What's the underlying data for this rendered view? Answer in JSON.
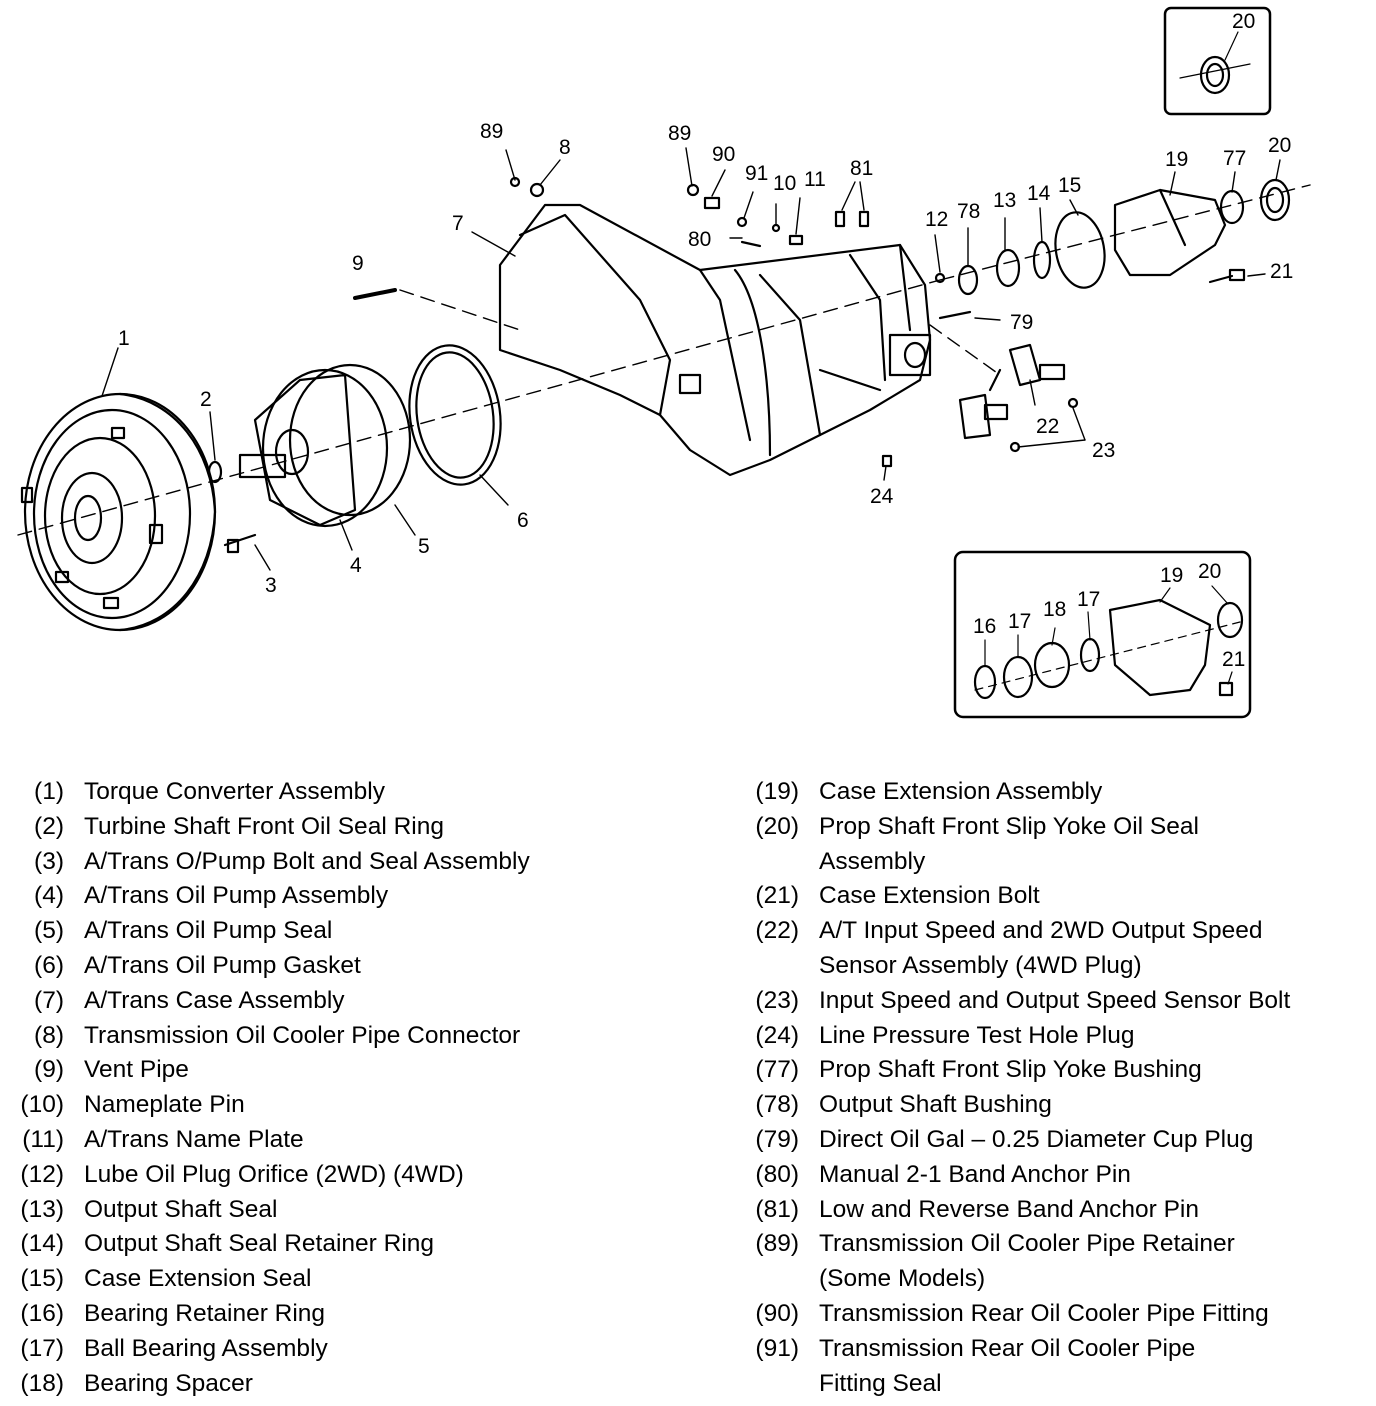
{
  "callouts": {
    "c1": "1",
    "c2": "2",
    "c3": "3",
    "c4": "4",
    "c5": "5",
    "c6": "6",
    "c7": "7",
    "c8": "8",
    "c9": "9",
    "c10": "10",
    "c11": "11",
    "c12": "12",
    "c13": "13",
    "c14": "14",
    "c15": "15",
    "c19": "19",
    "c20": "20",
    "c21": "21",
    "c22": "22",
    "c23": "23",
    "c24": "24",
    "c77": "77",
    "c78": "78",
    "c79": "79",
    "c80": "80",
    "c81": "81",
    "c89a": "89",
    "c89b": "89",
    "c90": "90",
    "c91": "91",
    "inset_top_20": "20",
    "inset_16": "16",
    "inset_17a": "17",
    "inset_18": "18",
    "inset_17b": "17",
    "inset_19": "19",
    "inset_20": "20",
    "inset_21": "21"
  },
  "legend_left": [
    {
      "num": "(1)",
      "text": "Torque Converter Assembly"
    },
    {
      "num": "(2)",
      "text": "Turbine Shaft Front Oil Seal Ring"
    },
    {
      "num": "(3)",
      "text": "A/Trans O/Pump Bolt and Seal Assembly"
    },
    {
      "num": "(4)",
      "text": "A/Trans Oil Pump Assembly"
    },
    {
      "num": "(5)",
      "text": "A/Trans Oil Pump Seal"
    },
    {
      "num": "(6)",
      "text": "A/Trans Oil Pump Gasket"
    },
    {
      "num": "(7)",
      "text": "A/Trans Case Assembly"
    },
    {
      "num": "(8)",
      "text": "Transmission Oil Cooler Pipe Connector"
    },
    {
      "num": "(9)",
      "text": "Vent Pipe"
    },
    {
      "num": "(10)",
      "text": "Nameplate Pin"
    },
    {
      "num": "(11)",
      "text": "A/Trans Name Plate"
    },
    {
      "num": "(12)",
      "text": "Lube Oil Plug Orifice (2WD) (4WD)"
    },
    {
      "num": "(13)",
      "text": "Output Shaft Seal"
    },
    {
      "num": "(14)",
      "text": "Output Shaft Seal Retainer Ring"
    },
    {
      "num": "(15)",
      "text": "Case Extension Seal"
    },
    {
      "num": "(16)",
      "text": "Bearing Retainer Ring"
    },
    {
      "num": "(17)",
      "text": "Ball Bearing Assembly"
    },
    {
      "num": "(18)",
      "text": "Bearing Spacer"
    }
  ],
  "legend_right": [
    {
      "num": "(19)",
      "text": "Case Extension Assembly"
    },
    {
      "num": "(20)",
      "text": "Prop Shaft Front Slip Yoke Oil Seal\nAssembly"
    },
    {
      "num": "(21)",
      "text": "Case Extension Bolt"
    },
    {
      "num": "(22)",
      "text": "A/T Input Speed and 2WD Output Speed\nSensor Assembly (4WD Plug)"
    },
    {
      "num": "(23)",
      "text": "Input Speed and Output Speed Sensor Bolt"
    },
    {
      "num": "(24)",
      "text": "Line Pressure Test Hole Plug"
    },
    {
      "num": "(77)",
      "text": "Prop Shaft Front Slip Yoke Bushing"
    },
    {
      "num": "(78)",
      "text": "Output Shaft Bushing"
    },
    {
      "num": "(79)",
      "text": "Direct Oil Gal – 0.25 Diameter Cup Plug"
    },
    {
      "num": "(80)",
      "text": "Manual 2-1 Band Anchor Pin"
    },
    {
      "num": "(81)",
      "text": "Low and Reverse Band Anchor Pin"
    },
    {
      "num": "(89)",
      "text": "Transmission Oil Cooler Pipe Retainer\n(Some Models)"
    },
    {
      "num": "(90)",
      "text": "Transmission Rear Oil Cooler Pipe Fitting"
    },
    {
      "num": "(91)",
      "text": "Transmission Rear Oil Cooler Pipe\nFitting Seal"
    }
  ]
}
